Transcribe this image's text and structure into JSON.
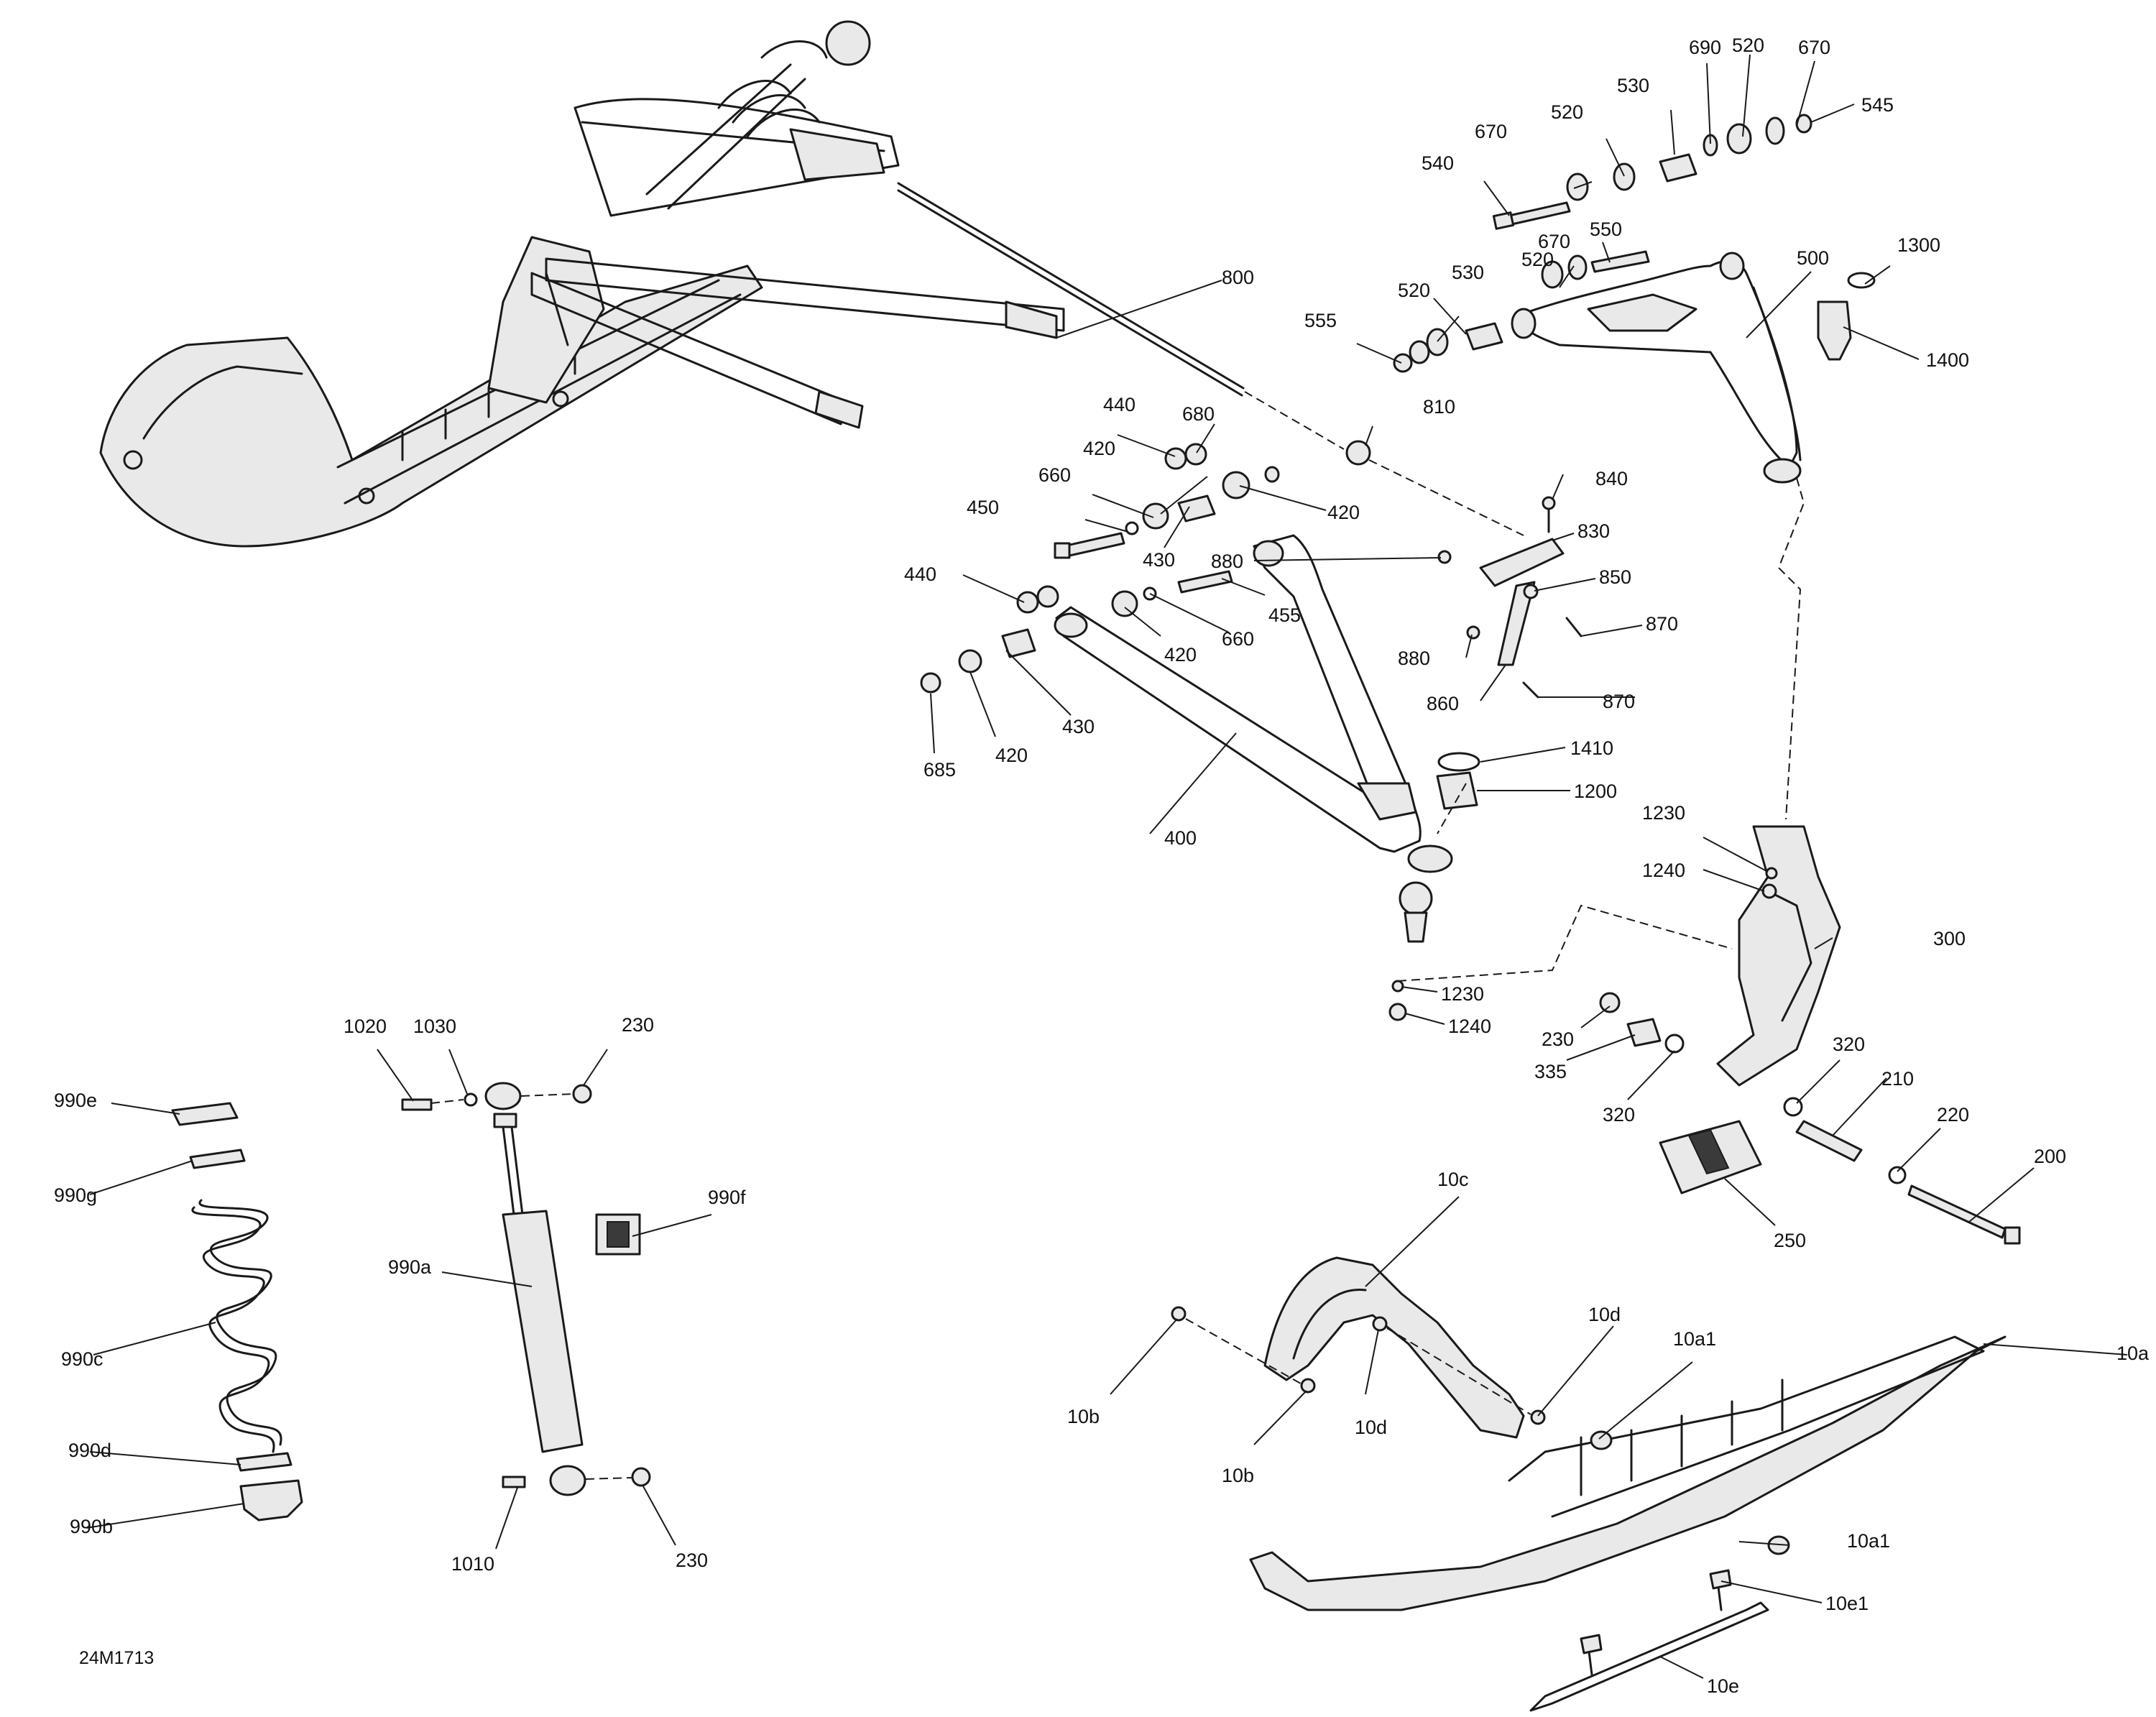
{
  "figure_id": "24M1713",
  "callouts": {
    "c800": "800",
    "c810": "810",
    "c500": "500",
    "c1300": "1300",
    "c1400": "1400",
    "c690": "690",
    "c520a": "520",
    "c670a": "670",
    "c545": "545",
    "c520b": "520",
    "c530a": "530",
    "c670b": "670",
    "c540": "540",
    "c550": "550",
    "c670c": "670",
    "c520c": "520",
    "c530b": "530",
    "c520d": "520",
    "c555": "555",
    "c440a": "440",
    "c680": "680",
    "c420a": "420",
    "c660a": "660",
    "c420b": "420",
    "c450": "450",
    "c430a": "430",
    "c440b": "440",
    "c455": "455",
    "c660b": "660",
    "c420c": "420",
    "c430b": "430",
    "c420d": "420",
    "c685": "685",
    "c400": "400",
    "c840": "840",
    "c830": "830",
    "c880a": "880",
    "c850": "850",
    "c870a": "870",
    "c880b": "880",
    "c860": "860",
    "c870b": "870",
    "c1410": "1410",
    "c1200": "1200",
    "c1230a": "1230",
    "c1240a": "1240",
    "c300": "300",
    "c1230b": "1230",
    "c1240b": "1240",
    "c230a": "230",
    "c335": "335",
    "c320a": "320",
    "c320b": "320",
    "c210": "210",
    "c220": "220",
    "c200": "200",
    "c250": "250",
    "c1020": "1020",
    "c1030": "1030",
    "c230b": "230",
    "c990f": "990f",
    "c990a": "990a",
    "c1010": "1010",
    "c230c": "230",
    "c990e": "990e",
    "c990g": "990g",
    "c990c": "990c",
    "c990d": "990d",
    "c990b": "990b",
    "c10c": "10c",
    "c10d_a": "10d",
    "c10d_b": "10d",
    "c10a1_a": "10a1",
    "c10a": "10a",
    "c10b_a": "10b",
    "c10b_b": "10b",
    "c10a1_b": "10a1",
    "c10e1": "10e1",
    "c10e": "10e"
  }
}
